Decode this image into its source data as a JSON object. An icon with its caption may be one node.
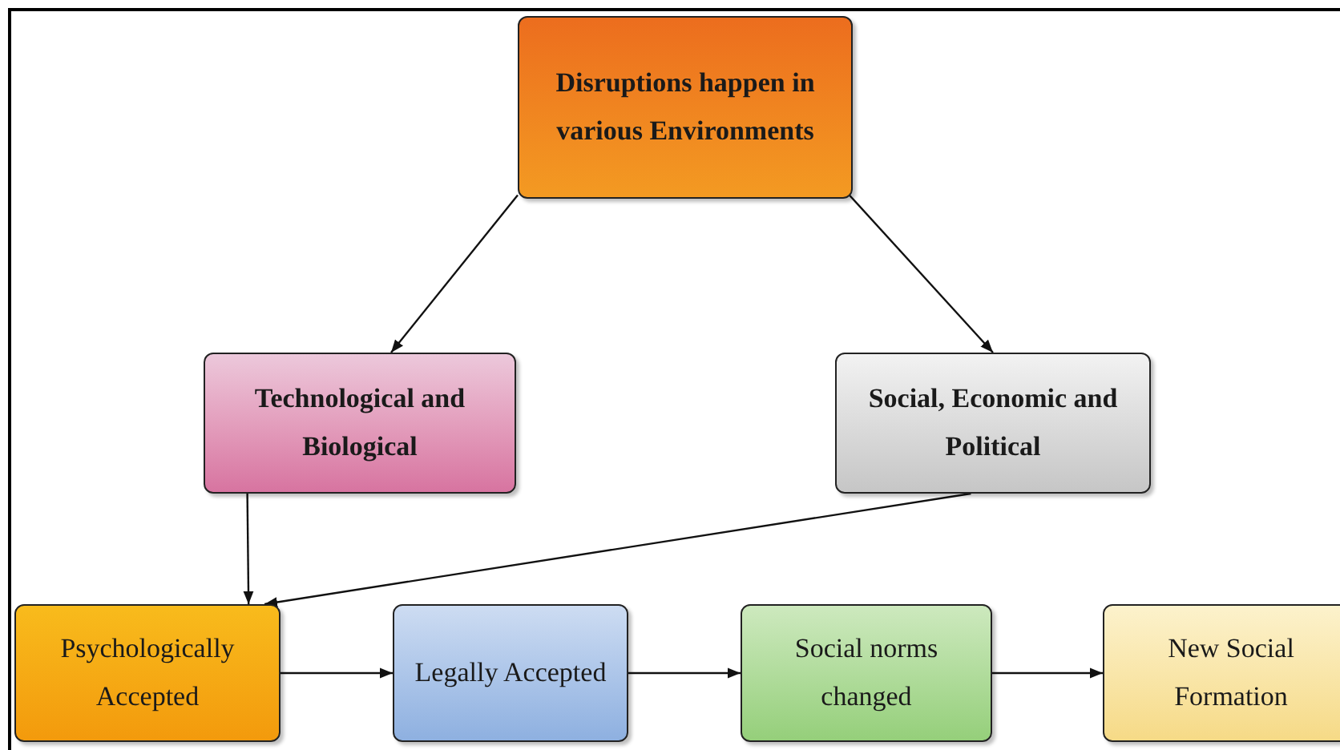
{
  "diagram": {
    "nodes": [
      {
        "text": [
          "Disruptions happen in various Environments"
        ]
      },
      {
        "text": [
          "Technological and Biological"
        ]
      },
      {
        "text": [
          "Social, Economic and Political"
        ]
      },
      {
        "text": [
          "Psychologically Accepted"
        ]
      },
      {
        "text": [
          "Legally Accepted"
        ]
      },
      {
        "text": [
          "Social norms changed"
        ]
      },
      {
        "text": [
          "New Social Formation"
        ]
      }
    ],
    "edges": [
      {
        "from": 0,
        "to": 1,
        "arrow": "to"
      },
      {
        "from": 0,
        "to": 2,
        "arrow": "to"
      },
      {
        "from": 1,
        "to": 3,
        "arrow": "to"
      },
      {
        "from": 2,
        "to": 3,
        "arrow": "to"
      },
      {
        "from": 3,
        "to": 4,
        "arrow": "to"
      },
      {
        "from": 4,
        "to": 5,
        "arrow": "to"
      },
      {
        "from": 5,
        "to": 6,
        "arrow": "to"
      }
    ]
  }
}
